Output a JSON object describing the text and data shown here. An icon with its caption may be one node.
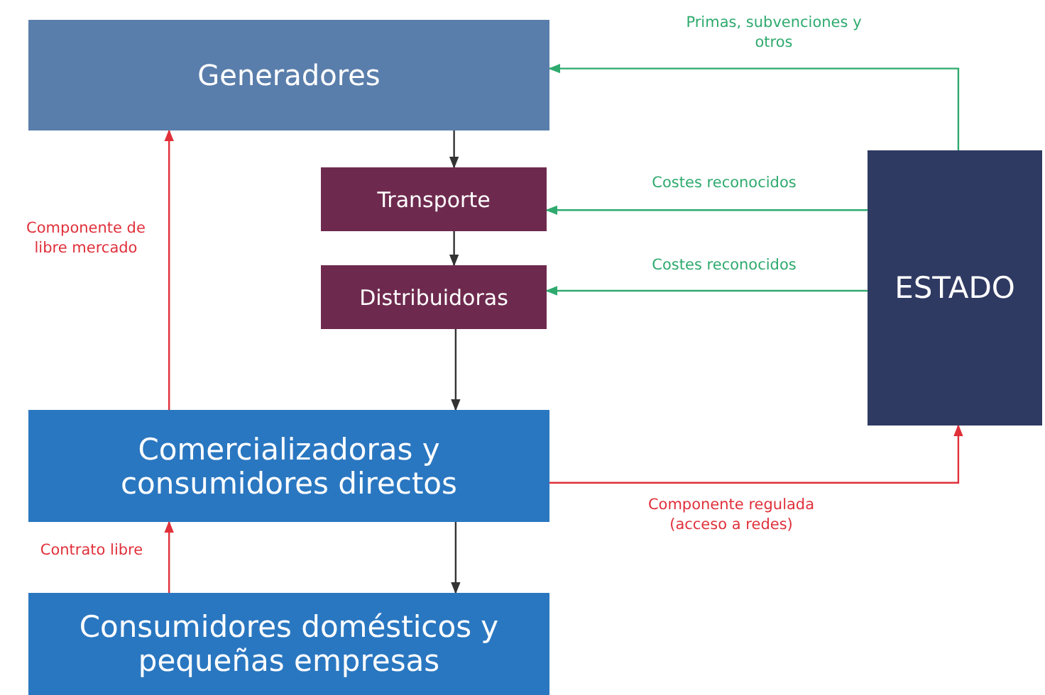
{
  "diagram": {
    "nodes": [
      {
        "text": [
          "Generadores"
        ]
      },
      {
        "text": [
          "Transporte"
        ]
      },
      {
        "text": [
          "Distribuidoras"
        ]
      },
      {
        "text": [
          "ESTADO"
        ]
      },
      {
        "text": [
          "Comercializadoras y consumidores directos"
        ]
      },
      {
        "text": [
          "Consumidores domésticos y pequeñas empresas"
        ]
      }
    ],
    "edges": [
      {
        "from": 3,
        "to": 0,
        "arrow": "to",
        "label": "Primas, subvenciones y otros",
        "color": "#2eaa6e"
      },
      {
        "from": 3,
        "to": 1,
        "arrow": "to",
        "label": "Costes reconocidos",
        "color": "#2eaa6e"
      },
      {
        "from": 3,
        "to": 2,
        "arrow": "to",
        "label": "Costes reconocidos",
        "color": "#2eaa6e"
      },
      {
        "from": 0,
        "to": 1,
        "arrow": "to"
      },
      {
        "from": 1,
        "to": 2,
        "arrow": "to"
      },
      {
        "from": 2,
        "to": 4,
        "arrow": "to"
      },
      {
        "from": 4,
        "to": 0,
        "arrow": "to",
        "label": "Componente de libre mercado",
        "color": "#e0303a"
      },
      {
        "from": 4,
        "to": 3,
        "arrow": "to",
        "label": "Componente regulada (acceso a redes)",
        "color": "#e0303a"
      },
      {
        "from": 4,
        "to": 5,
        "arrow": "to"
      },
      {
        "from": 5,
        "to": 4,
        "arrow": "to",
        "label": "Contrato libre",
        "color": "#e0303a"
      }
    ]
  }
}
